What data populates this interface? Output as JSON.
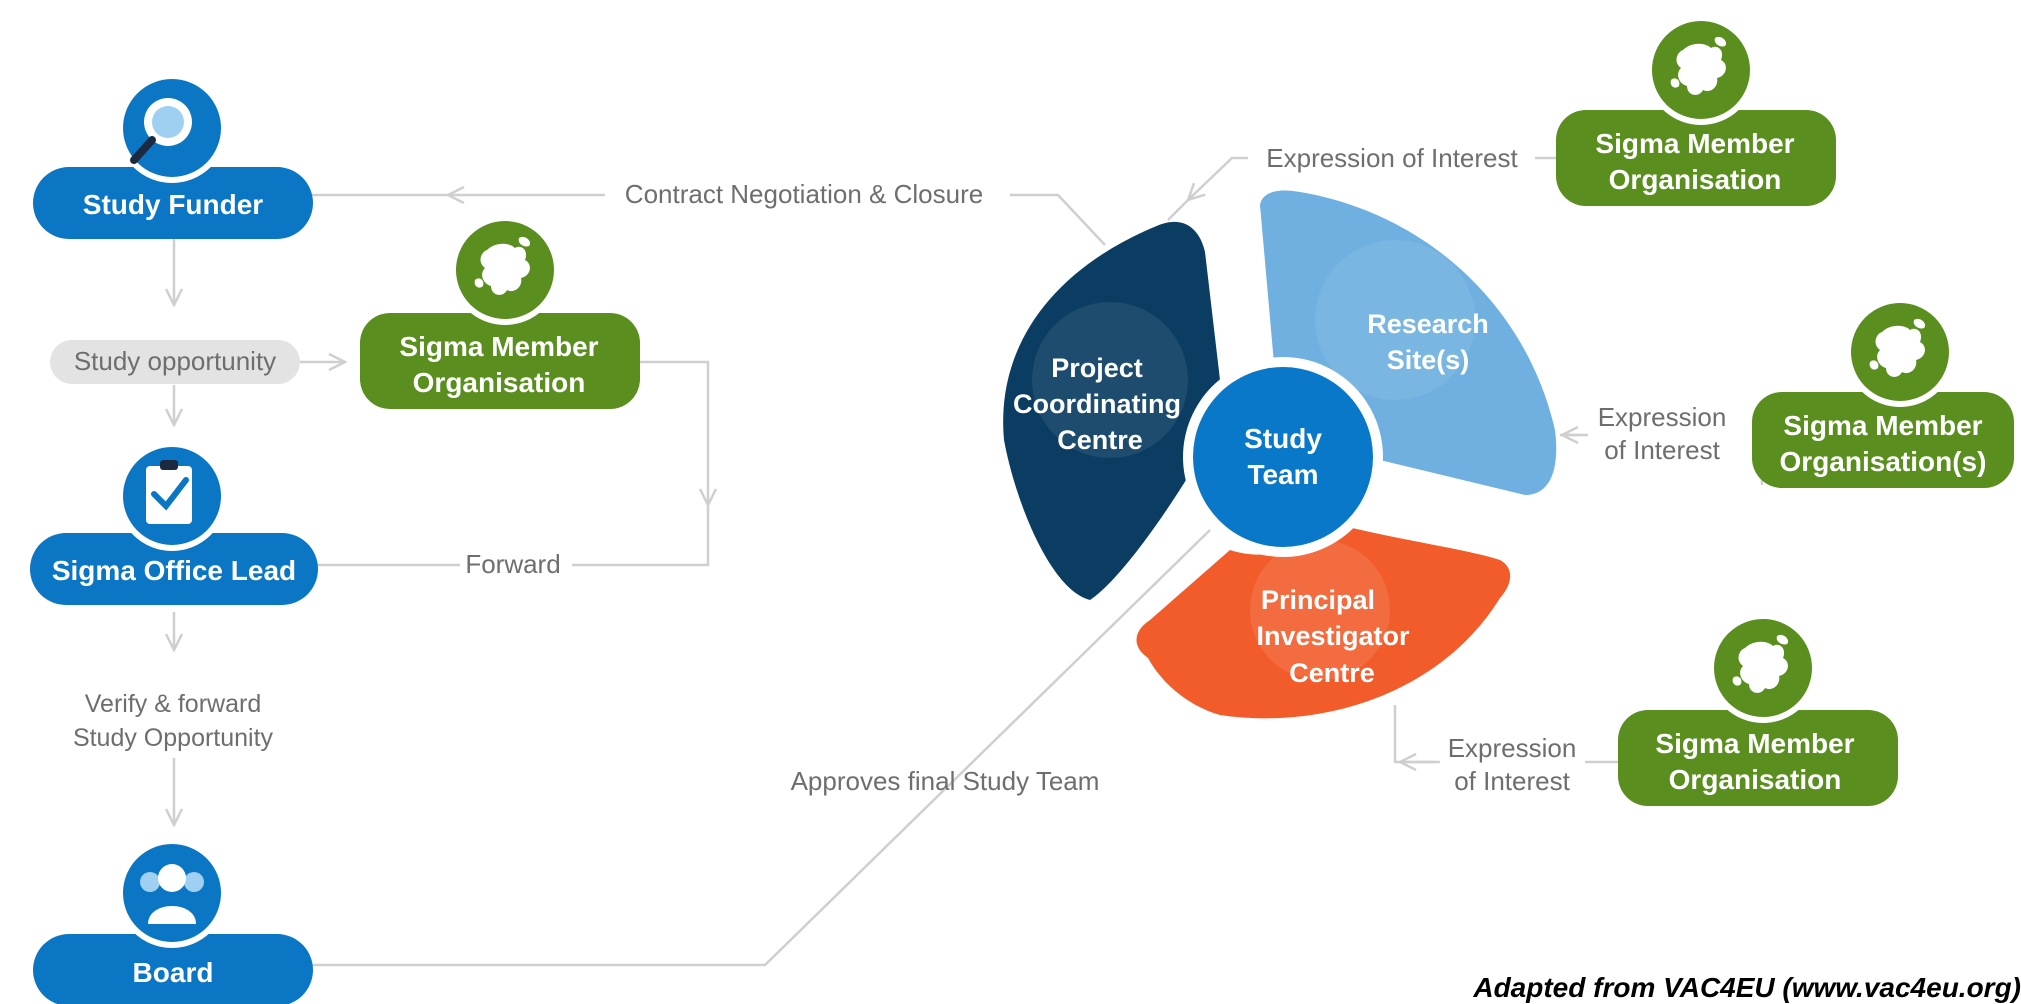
{
  "nodes": {
    "study_funder": "Study Funder",
    "sigma_office_lead": "Sigma Office Lead",
    "board": "Board",
    "study_opportunity": "Study opportunity",
    "sigma_member_left": [
      "Sigma Member",
      "Organisation"
    ],
    "sigma_member_top_right": [
      "Sigma Member",
      "Organisation"
    ],
    "sigma_member_mid_right": [
      "Sigma Member",
      "Organisation(s)"
    ],
    "sigma_member_bottom_right": [
      "Sigma Member",
      "Organisation"
    ]
  },
  "segments": {
    "project_coordinating_centre": [
      "Project",
      "Coordinating",
      "Centre"
    ],
    "research_sites": [
      "Research",
      "Site(s)"
    ],
    "principal_investigator_centre": [
      "Principal",
      "Investigator",
      "Centre"
    ],
    "study_team": [
      "Study",
      "Team"
    ]
  },
  "connectors": {
    "contract_negotiation": "Contract Negotiation & Closure",
    "forward": "Forward",
    "verify_forward": [
      "Verify & forward",
      "Study Opportunity"
    ],
    "approves_final": "Approves final Study Team",
    "expression_top": "Expression of Interest",
    "expression_mid": [
      "Expression",
      "of Interest"
    ],
    "expression_bottom": [
      "Expression",
      "of Interest"
    ]
  },
  "footer": {
    "credit": "Adapted from VAC4EU (www.vac4eu.org)"
  },
  "icons": {
    "study_funder": "magnifier-hand-icon",
    "sigma_office_lead": "clipboard-check-icon",
    "board": "people-group-icon",
    "sigma_member": "europe-map-icon"
  },
  "colors": {
    "blue_pill": "#0b76c4",
    "green_pill": "#5a8e1e",
    "pcc": "#0b3d63",
    "research": "#6fb0e0",
    "pi": "#f25c2b",
    "study_team": "#0a78c8",
    "line": "#cfcfcf",
    "grey_pill": "#e3e3e3"
  }
}
